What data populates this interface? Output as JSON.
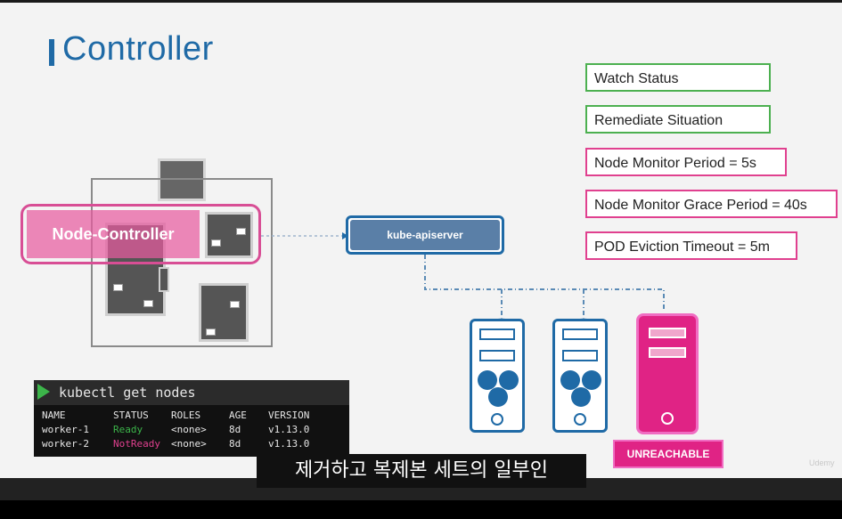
{
  "slide": {
    "title": "Controller",
    "node_controller_label": "Node-Controller",
    "apiserver_label": "kube-apiserver",
    "info_boxes": [
      {
        "text": "Watch Status",
        "style": "green"
      },
      {
        "text": "Remediate Situation",
        "style": "green"
      },
      {
        "text": "Node Monitor Period = 5s",
        "style": "pink"
      },
      {
        "text": "Node Monitor Grace Period = 40s",
        "style": "pink"
      },
      {
        "text": "POD Eviction Timeout = 5m",
        "style": "pink"
      }
    ],
    "unreachable_label": "UNREACHABLE"
  },
  "terminal": {
    "command": "kubectl get nodes",
    "headers": [
      "NAME",
      "STATUS",
      "ROLES",
      "AGE",
      "VERSION"
    ],
    "rows": [
      {
        "name": "worker-1",
        "status": "Ready",
        "roles": "<none>",
        "age": "8d",
        "version": "v1.13.0"
      },
      {
        "name": "worker-2",
        "status": "NotReady",
        "roles": "<none>",
        "age": "8d",
        "version": "v1.13.0"
      }
    ],
    "status_colors": {
      "Ready": "#3cb54a",
      "NotReady": "#e0408f"
    }
  },
  "subtitle": "제거하고 복제본 세트의 일부인",
  "watermark": "Udemy",
  "colors": {
    "accent_blue": "#1f6aa6",
    "pink": "#e02385",
    "green": "#4cb050"
  }
}
